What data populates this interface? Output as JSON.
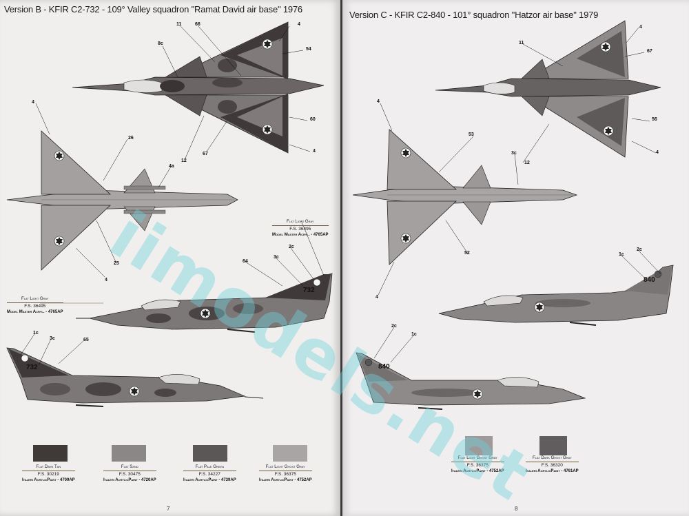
{
  "left_page": {
    "title": "Version B - KFIR C2-732 - 109° Valley squadron \"Ramat David air base\" 1976",
    "page_number": "7",
    "tail_number": "732",
    "callouts": {
      "n11": "11",
      "n66": "66",
      "n4a": "4",
      "n8c": "8c",
      "n54": "54",
      "n60": "60",
      "n4b": "4",
      "n67": "67",
      "n12": "12",
      "n4c": "4",
      "n26": "26",
      "n4d": "4a",
      "n25": "25",
      "n4e": "4",
      "n64": "64",
      "n3c": "3c",
      "n2c": "2c",
      "n1c": "1c",
      "n3d": "3c",
      "n65": "65"
    },
    "ref_top": {
      "name": "Flat Light Gray",
      "fs": "F.S. 36495",
      "paint": "Model Master Acryl. - 4765AP"
    },
    "ref_side": {
      "name": "Flat Light Gray",
      "fs": "F.S. 36495",
      "paint": "Model Master Acryl. - 4765AP"
    },
    "swatches": [
      {
        "name": "Flat Dark Tan",
        "fs": "F.S. 30219",
        "paint": "Italeri AcrylicPaint - 4709AP",
        "color": "#3f3a38"
      },
      {
        "name": "Flat Sand",
        "fs": "F.S. 30475",
        "paint": "Italeri AcrylicPaint - 4720AP",
        "color": "#8b8787"
      },
      {
        "name": "Flat Pale Green",
        "fs": "F.S. 34227",
        "paint": "Italeri AcrylicPaint - 4739AP",
        "color": "#5b5756"
      },
      {
        "name": "Flat Light Ghost Gray",
        "fs": "F.S. 36375",
        "paint": "Italeri AcrylicPaint - 4752AP",
        "color": "#a9a5a5"
      }
    ]
  },
  "right_page": {
    "title": "Version C - KFIR C2-840 - 101° squadron \"Hatzor air base\" 1979",
    "page_number": "8",
    "tail_number": "840",
    "callouts": {
      "n4a": "4",
      "n11": "11",
      "n67": "67",
      "n56": "56",
      "n4b": "4",
      "n12": "12",
      "n3c": "3c",
      "n53": "53",
      "n4c": "4",
      "n52": "52",
      "n4d": "4",
      "n1c": "1c",
      "n2c": "2c",
      "n2c2": "2c",
      "n1c2": "1c"
    },
    "swatches": [
      {
        "name": "Flat Light Ghost Gray",
        "fs": "F.S. 36375",
        "paint": "Italeri AcrylicPaint - 4752AP",
        "color": "#9e9a9a"
      },
      {
        "name": "Flat Dark Ghost Gray",
        "fs": "F.S. 36320",
        "paint": "Italeri AcrylicPaint - 4761AP",
        "color": "#615c5e"
      }
    ]
  },
  "watermark": "iimodels.net",
  "colors": {
    "paper": "#f1efee",
    "dark_camo": "#4a4444",
    "mid_camo": "#7d7878",
    "light_gray": "#a9a5a5"
  }
}
